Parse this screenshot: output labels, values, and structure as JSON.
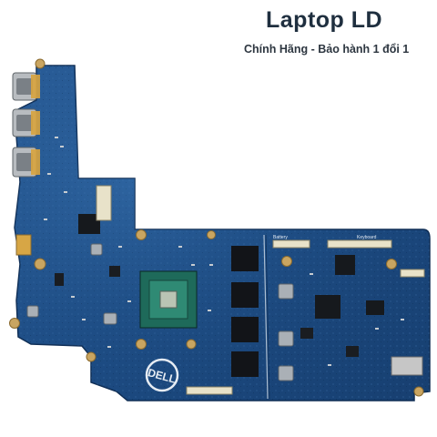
{
  "watermark": {
    "title": "Laptop LD",
    "tagline": "Chính Hãng - Bảo hành 1 đổi 1"
  },
  "board": {
    "subject": "laptop-motherboard",
    "brand_logo": "DELL",
    "pcb_color": "#1d4d86",
    "silkscreen_labels": {
      "battery": "Battery",
      "keyboard": "Keyboard"
    }
  }
}
